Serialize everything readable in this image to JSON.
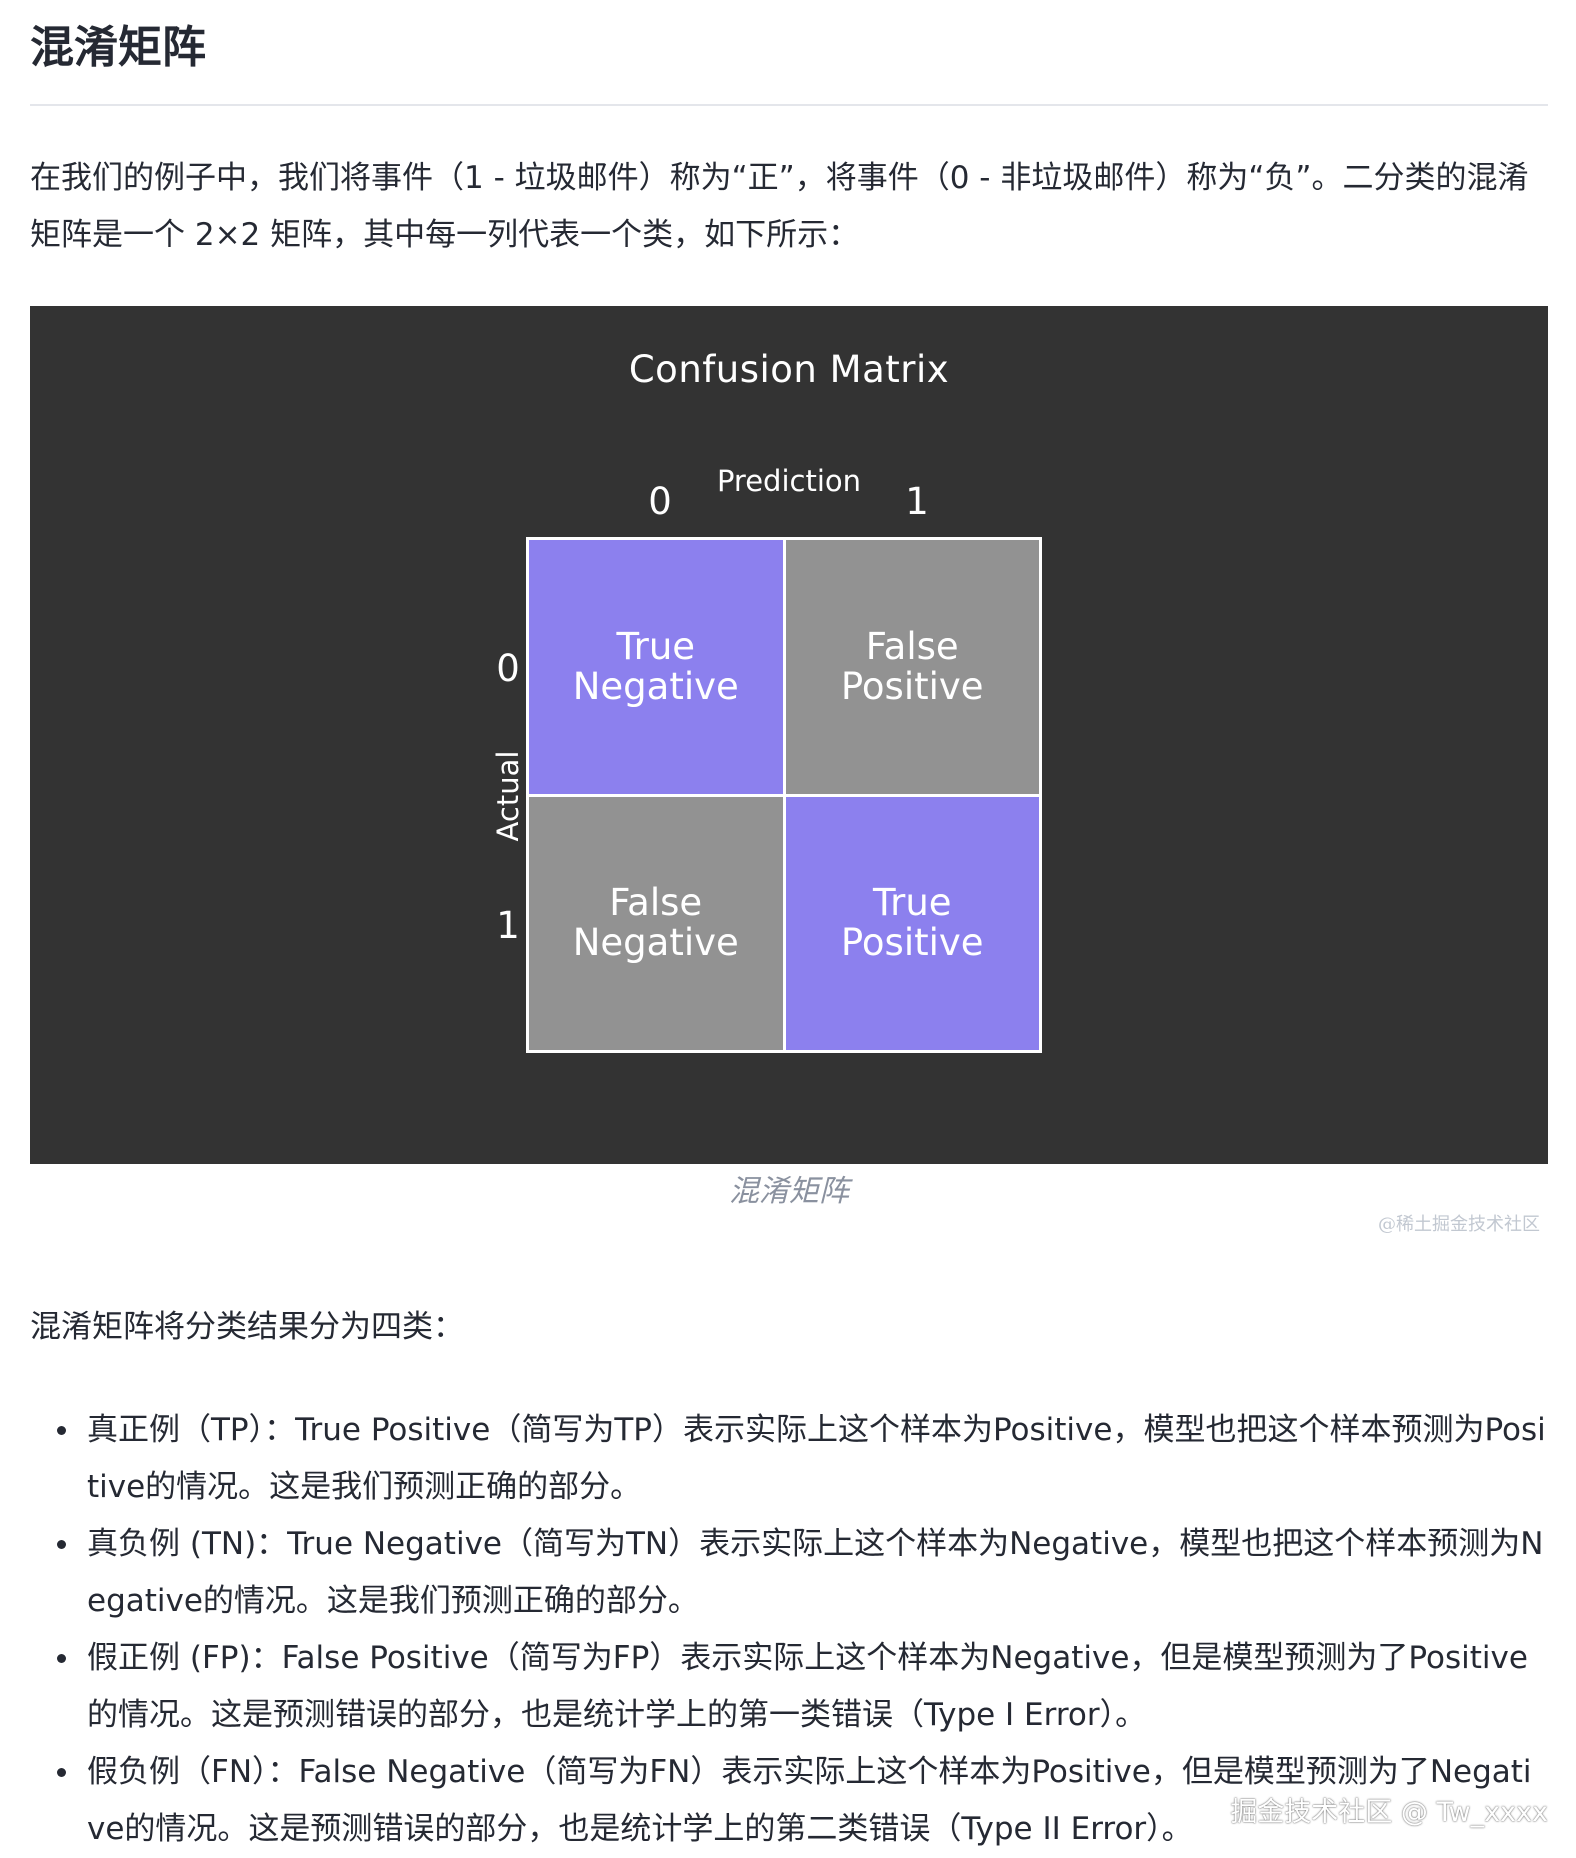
{
  "heading": "混淆矩阵",
  "intro_paragraph": "在我们的例子中，我们将事件（1 - 垃圾邮件）称为“正”，将事件（0 - 非垃圾邮件）称为“负”。二分类的混淆矩阵是一个 2×2 矩阵，其中每一列代表一个类，如下所示：",
  "figure": {
    "title": "Confusion Matrix",
    "prediction_label": "Prediction",
    "actual_label": "Actual",
    "prediction_ticks": [
      "0",
      "1"
    ],
    "actual_ticks": [
      "0",
      "1"
    ],
    "cells": [
      {
        "label": "True\nNegative",
        "color": "#8c80ee"
      },
      {
        "label": "False\nPositive",
        "color": "#929292"
      },
      {
        "label": "False\nNegative",
        "color": "#929292"
      },
      {
        "label": "True\nPositive",
        "color": "#8c80ee"
      }
    ],
    "background_color": "#333333",
    "caption": "混淆矩阵",
    "image_watermark": "@稀土掘金技术社区"
  },
  "summary_paragraph": "混淆矩阵将分类结果分为四类：",
  "bullets": [
    "真正例（TP）：True Positive（简写为TP）表示实际上这个样本为Positive，模型也把这个样本预测为Positive的情况。这是我们预测正确的部分。",
    "真负例 (TN)：True Negative（简写为TN）表示实际上这个样本为Negative，模型也把这个样本预测为Negative的情况。这是我们预测正确的部分。",
    "假正例 (FP)：False Positive（简写为FP）表示实际上这个样本为Negative，但是模型预测为了Positive的情况。这是预测错误的部分，也是统计学上的第一类错误（Type I Error）。",
    "假负例（FN）：False Negative（简写为FN）表示实际上这个样本为Positive，但是模型预测为了Negative的情况。这是预测错误的部分，也是统计学上的第二类错误（Type II Error）。"
  ],
  "page_watermark": "掘金技术社区 @ Tw_xxxx"
}
